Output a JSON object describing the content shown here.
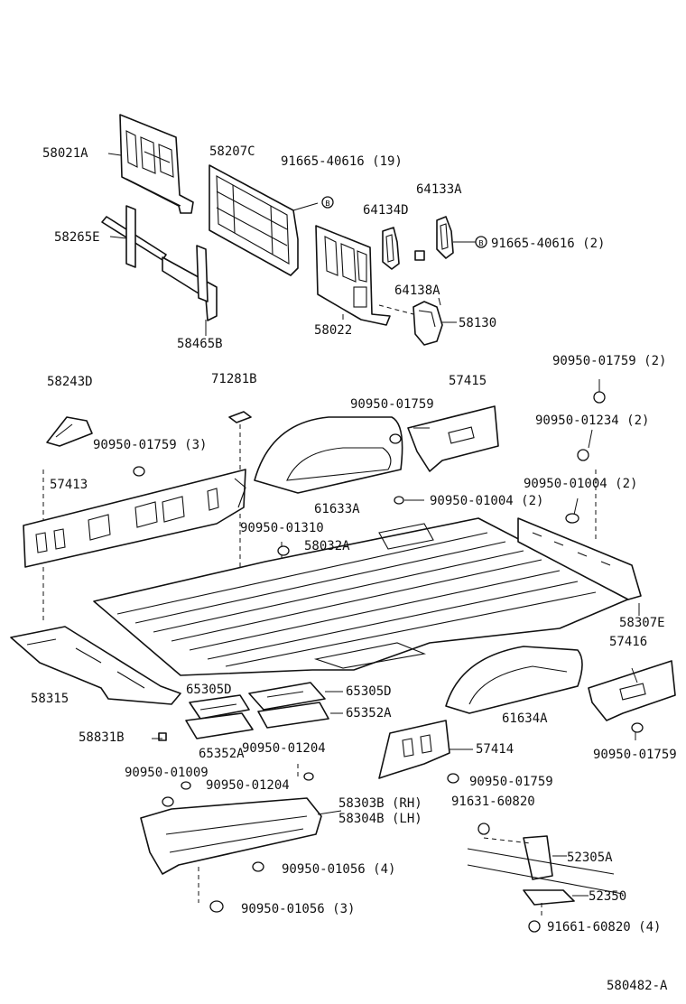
{
  "diagram_id": "580482-A",
  "labels": {
    "p58021A": "58021A",
    "p58207C": "58207C",
    "b91665_40616_19": "91665-40616 (19)",
    "p64133A": "64133A",
    "p64134D": "64134D",
    "b91665_40616_2": "91665-40616 (2)",
    "p58265E": "58265E",
    "p64138A": "64138A",
    "p58022": "58022",
    "p58130": "58130",
    "p58465B": "58465B",
    "b90950_01759_2": "90950-01759 (2)",
    "p58243D": "58243D",
    "p71281B": "71281B",
    "p57415": "57415",
    "b90950_01759_a": "90950-01759",
    "b90950_01234_2": "90950-01234 (2)",
    "b90950_01759_3": "90950-01759 (3)",
    "p57413": "57413",
    "b90950_01004_2a": "90950-01004 (2)",
    "p61633A": "61633A",
    "b90950_01004_2b": "90950-01004 (2)",
    "b90950_01310": "90950-01310",
    "p58032A": "58032A",
    "p58307E": "58307E",
    "p57416": "57416",
    "p58315": "58315",
    "p65305D_a": "65305D",
    "p65305D_b": "65305D",
    "p65352A_a": "65352A",
    "p61634A": "61634A",
    "p58831B": "58831B",
    "p65352A_b": "65352A",
    "b90950_01759_b": "90950-01759",
    "b90950_01204_a": "90950-01204",
    "p57414": "57414",
    "b90950_01009": "90950-01009",
    "b90950_01204_b": "90950-01204",
    "b90950_01759_c": "90950-01759",
    "p58303B": "58303B (RH)",
    "p58304B": "58304B (LH)",
    "b91631_60820": "91631-60820",
    "p52305A": "52305A",
    "b90950_01056_4": "90950-01056 (4)",
    "p52350": "52350",
    "b90950_01056_3": "90950-01056 (3)",
    "b91661_60820_4": "91661-60820 (4)"
  },
  "bolt_glyph": "B"
}
